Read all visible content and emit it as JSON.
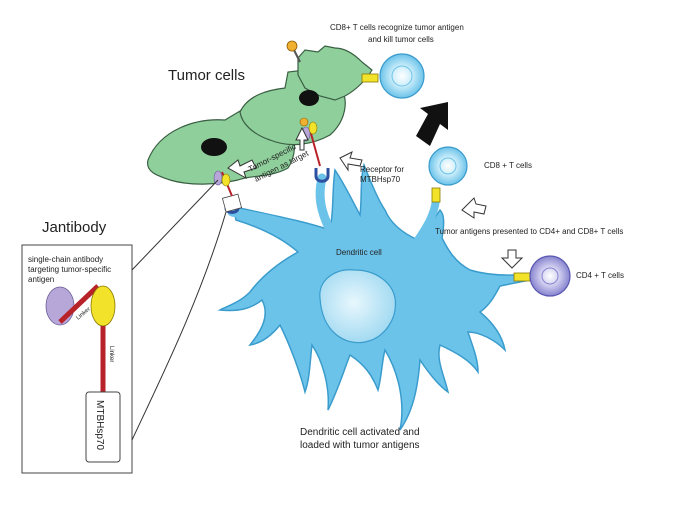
{
  "title_tumor": "Tumor cells",
  "title_jantibody": "Jantibody",
  "cd8_kill": [
    "CD8+ T cells recognize tumor antigen",
    "and kill tumor cells"
  ],
  "tumor_antigen": [
    "Tumor-specific",
    "antigen as target"
  ],
  "receptor": [
    "Receptor for",
    "MTBHsp70"
  ],
  "cd8_cells": "CD8 + T cells",
  "presented": "Tumor antigens presented to CD4+ and CD8+ T cells",
  "cd4_cells": "CD4 + T cells",
  "dendritic_cell": "Dendritic cell",
  "dc_activated": [
    "Dendritic cell activated and",
    "loaded with tumor antigens"
  ],
  "jab_desc": [
    "single-chain antibody",
    "targeting tumor-specific",
    "antigen"
  ],
  "linker1": "Linker",
  "linker2": "Linker",
  "mtbhsp70": "MTBHsp70",
  "colors": {
    "tumor": "#8fcf9b",
    "dendritic": "#6cc3ea",
    "tcell": "#a9dcf2",
    "cd4": "#9b9bd6",
    "linker": "#b8232a",
    "scfv_purple": "#b7a6d8",
    "scfv_yellow": "#f2e22a"
  }
}
